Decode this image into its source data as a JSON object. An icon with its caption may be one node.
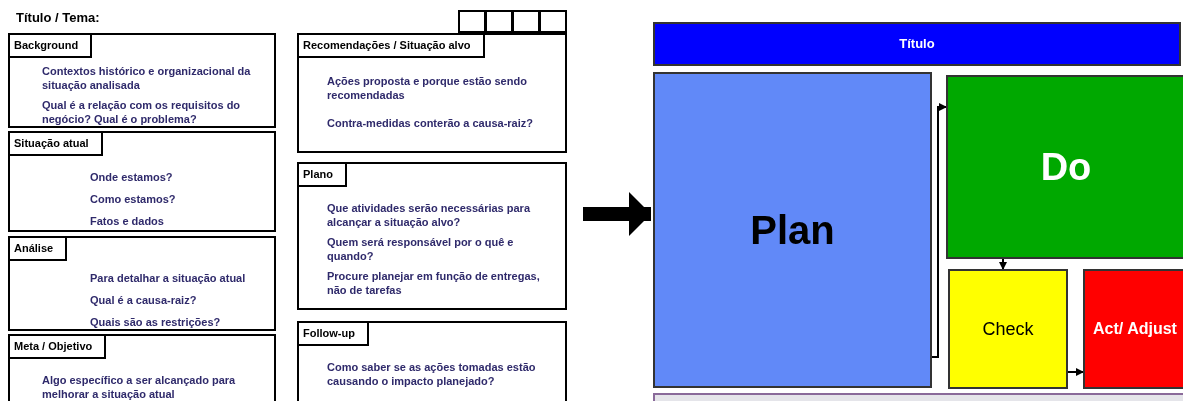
{
  "diagram": {
    "nodes": [
      {
        "text": [
          "Background",
          "Contextos histórico e organizacional da situação analisada",
          "Qual é a relação com os requisitos do negócio? Qual é o problema?"
        ]
      },
      {
        "text": [
          "Situação atual",
          "Onde estamos?",
          "Como estamos?",
          "Fatos e dados"
        ]
      },
      {
        "text": [
          "Análise",
          "Para detalhar a situação atual",
          "Qual é a causa-raiz?",
          "Quais são as restrições?"
        ]
      },
      {
        "text": [
          "Meta / Objetivo",
          "Algo específico a ser alcançado para melhorar a situação atual"
        ]
      },
      {
        "text": [],
        "shape": "box"
      },
      {
        "text": [],
        "shape": "box"
      },
      {
        "text": [],
        "shape": "box"
      },
      {
        "text": [],
        "shape": "box"
      },
      {
        "text": [
          "Recomendações / Situação alvo",
          "Ações proposta e porque estão sendo recomendadas",
          "Contra-medidas conterão a causa-raiz?"
        ]
      },
      {
        "text": [
          "Plano",
          "Que atividades serão necessárias para alcançar a situação alvo?",
          "Quem será responsável por o quê e quando?",
          "Procure planejar em função de entregas, não de tarefas"
        ]
      },
      {
        "text": [
          "Follow-up",
          "Como saber se as ações tomadas estão causando o impacto planejado?"
        ]
      },
      {
        "text": [
          "Título"
        ]
      },
      {
        "text": [
          "Plan"
        ]
      },
      {
        "text": [
          "Do"
        ]
      },
      {
        "text": [
          "Check"
        ]
      },
      {
        "text": [
          "Act/ Adjust"
        ]
      },
      {
        "text": [],
        "shape": "bar"
      }
    ],
    "edges": [
      {
        "from": null,
        "to": 12,
        "arrow": "to",
        "style": "thick"
      },
      {
        "from": 12,
        "to": 13,
        "arrow": "to"
      },
      {
        "from": 13,
        "to": 14,
        "arrow": "to"
      },
      {
        "from": 14,
        "to": 15,
        "arrow": "to"
      }
    ],
    "labels": [
      "Título / Tema:"
    ]
  }
}
